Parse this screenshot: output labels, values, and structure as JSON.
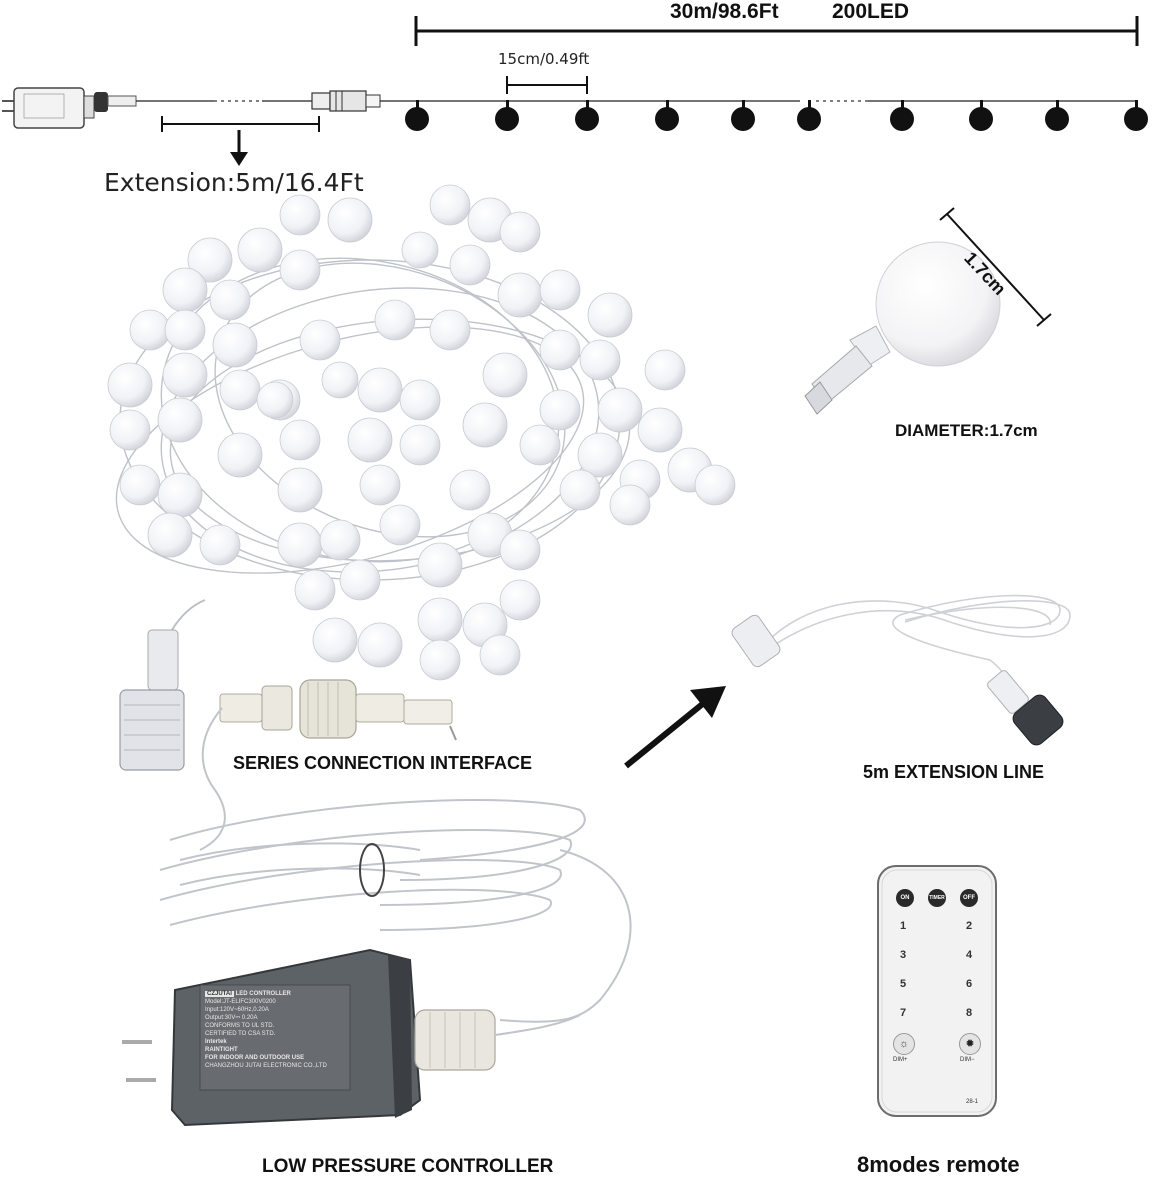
{
  "top_dimension": {
    "length": "30m/98.6Ft",
    "count": "200LED"
  },
  "spacing": {
    "label": "15cm/0.49ft"
  },
  "extension_dimension": {
    "label": "Extension:5m/16.4Ft"
  },
  "bulb": {
    "size_label": "1.7cm",
    "caption": "DIAMETER:1.7cm"
  },
  "captions": {
    "series": "SERIES CONNECTION INTERFACE",
    "extension_line": "5m EXTENSION LINE",
    "controller": "LOW PRESSURE CONTROLLER",
    "remote": "8modes remote"
  },
  "remote": {
    "btn_on": "ON",
    "btn_timer": "TIMER",
    "btn_off": "OFF",
    "numbers": [
      "1",
      "2",
      "3",
      "4",
      "5",
      "6",
      "7",
      "8"
    ],
    "dim_plus": "DIM+",
    "dim_minus": "DIM−",
    "model": "28-1"
  },
  "controller_print": {
    "brand": "CZJUTAI",
    "title": "LED CONTROLLER",
    "lines": [
      "Model:JT-ELIFC300V0200",
      "Input:120V~60Hz,0.20A",
      "Output:30V⎓ 0.20A",
      "CONFORMS TO UL STD.",
      "CERTIFIED TO CSA STD.",
      "FOR INDOOR AND OUTDOOR USE",
      "CHANGZHOU JUTAI ELECTRONIC CO.,LTD"
    ],
    "mark": "Intertek",
    "rating": "RAINTIGHT"
  }
}
